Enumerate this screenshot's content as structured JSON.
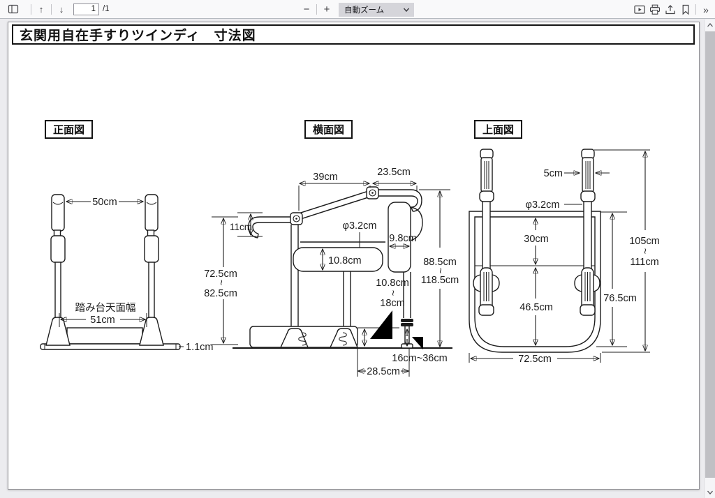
{
  "toolbar": {
    "page_input": "1",
    "page_count": "/1",
    "zoom_label": "自動ズーム",
    "glyphs": {
      "up": "↑",
      "down": "↓",
      "minus": "−",
      "plus": "+",
      "more": "»"
    },
    "icons": [
      "sidebar-toggle",
      "page-up",
      "page-down",
      "zoom-out",
      "zoom-in",
      "presentation-mode",
      "print",
      "save",
      "bookmark",
      "more-tools"
    ]
  },
  "doc": {
    "title": "玄関用自在手すりツインディ　寸法図",
    "tilde": "~",
    "front": {
      "label": "正面図",
      "grip_span": "50cm",
      "platform_caption": "踏み台天面幅",
      "platform_width": "51cm",
      "base_thickness": "1.1cm",
      "height_min": "72.5cm",
      "height_max": "82.5cm"
    },
    "side": {
      "label": "横面図",
      "upper_rail": "39cm",
      "top_rail": "23.5cm",
      "grip_height": "11cm",
      "rail_diameter": "φ3.2cm",
      "frame_width": "9.8cm",
      "slot_height": "10.8cm",
      "height_min": "88.5cm",
      "height_max": "118.5cm",
      "step_height_min": "10.8cm",
      "step_height_max": "18cm",
      "leg_extension": "16cm~36cm",
      "step_depth": "28.5cm"
    },
    "top": {
      "label": "上面図",
      "grip_width": "5cm",
      "pole_diameter": "φ3.2cm",
      "upper_depth": "30cm",
      "lower_depth": "46.5cm",
      "plate_depth": "76.5cm",
      "overall_min": "105cm",
      "overall_max": "111cm",
      "plate_width": "72.5cm"
    }
  }
}
